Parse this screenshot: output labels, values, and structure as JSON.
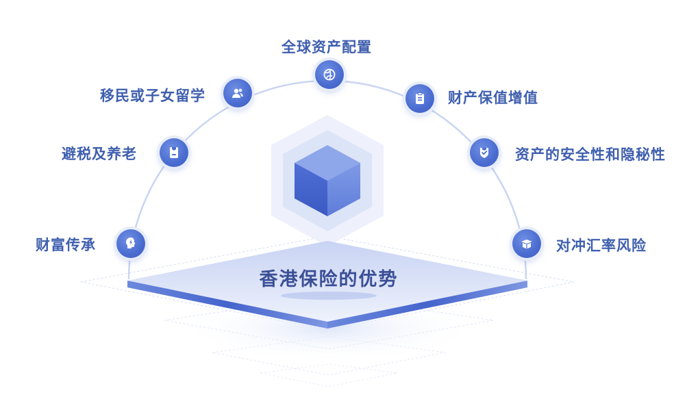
{
  "center": {
    "title": "香港保险的优势"
  },
  "nodes": [
    {
      "label": "财富传承",
      "icon": "lightbulb-head-icon"
    },
    {
      "label": "避税及养老",
      "icon": "document-badge-icon"
    },
    {
      "label": "移民或子女留学",
      "icon": "users-icon"
    },
    {
      "label": "全球资产配置",
      "icon": "globe-icon"
    },
    {
      "label": "财产保值增值",
      "icon": "clipboard-icon"
    },
    {
      "label": "资产的安全性和隐秘性",
      "icon": "shield-check-icon"
    },
    {
      "label": "对冲汇率风险",
      "icon": "open-box-icon"
    }
  ],
  "colors": {
    "accent": "#4A6CD0",
    "text": "#3F5FAE",
    "title": "#3B4F96",
    "arc": "#C9D5F2"
  }
}
